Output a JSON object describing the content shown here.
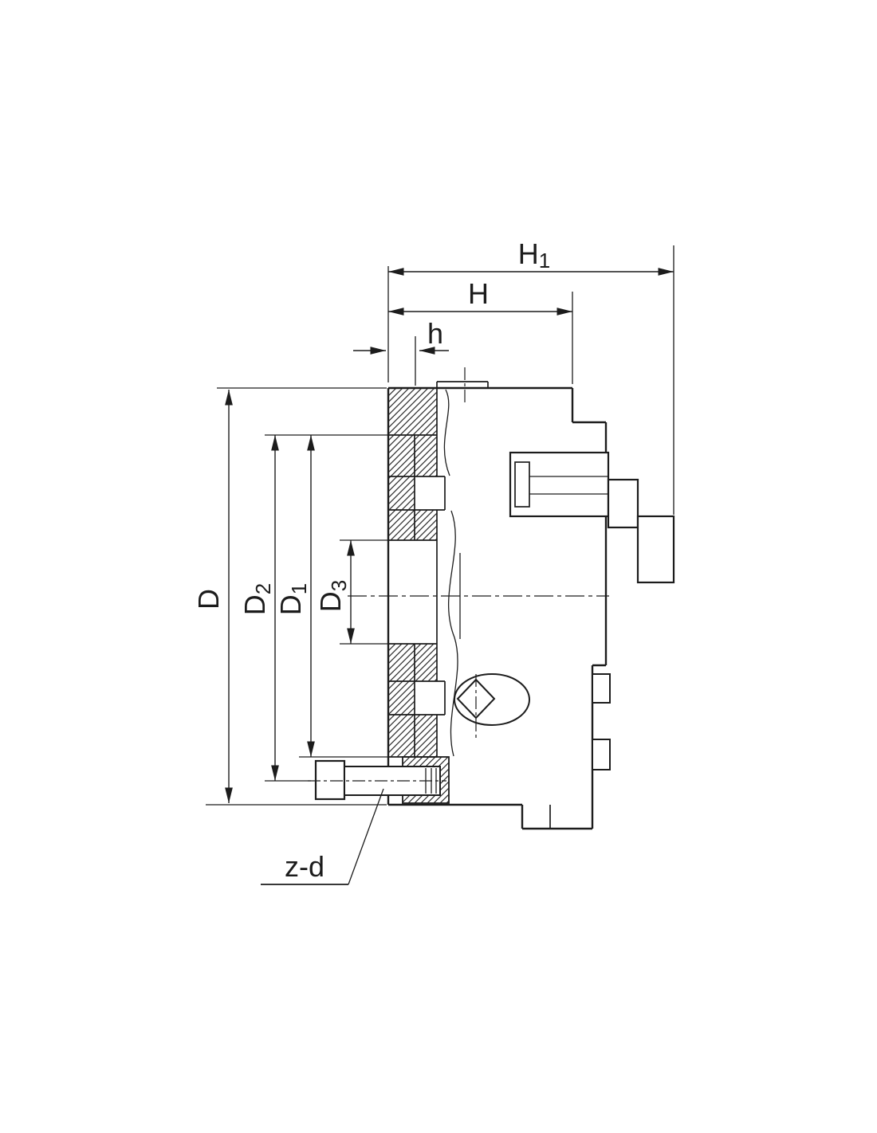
{
  "drawing": {
    "type": "lathe-chuck-cross-section",
    "background": "#ffffff",
    "line_color": "#1c1c1c"
  },
  "labels": {
    "h1": {
      "text": "H",
      "sub": "1"
    },
    "h": {
      "text": "H",
      "sub": ""
    },
    "h_small": {
      "text": "h",
      "sub": ""
    },
    "d": {
      "text": "D",
      "sub": ""
    },
    "d2": {
      "text": "D",
      "sub": "2"
    },
    "d1": {
      "text": "D",
      "sub": "1"
    },
    "d3": {
      "text": "D",
      "sub": "3"
    },
    "z_d": {
      "text": "z-d",
      "sub": ""
    }
  }
}
